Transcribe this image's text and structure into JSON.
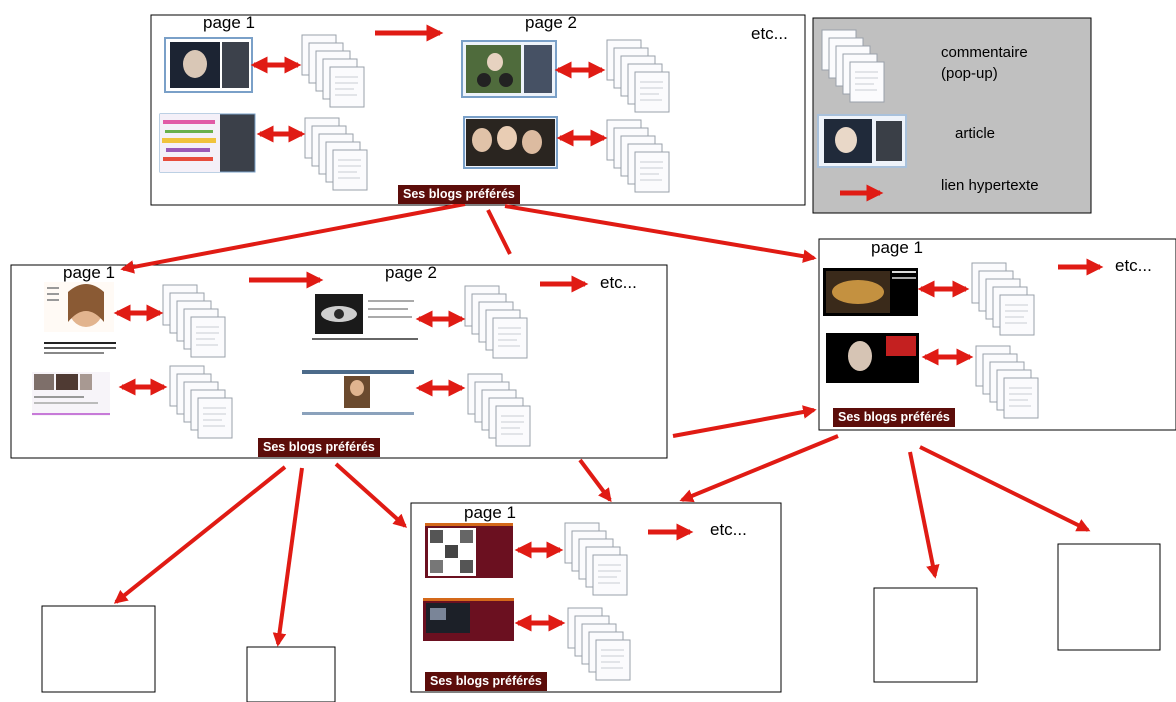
{
  "colors": {
    "arrow": "#e01b14",
    "button_bg": "#5c0d0a",
    "button_text": "#ffffff",
    "legend_bg": "#c0c0c0",
    "box_border": "#000000",
    "page_bg": "#ffffff"
  },
  "labels": {
    "page1": "page 1",
    "page2": "page 2",
    "etc": "etc...",
    "favorites": "Ses blogs préférés"
  },
  "legend": {
    "comment": "commentaire",
    "comment_sub": "(pop-up)",
    "article": "article",
    "link": "lien hypertexte"
  },
  "icons": {
    "comment": "stacked-pages-icon",
    "article": "article-thumbnail-icon",
    "link": "red-arrow-icon"
  }
}
